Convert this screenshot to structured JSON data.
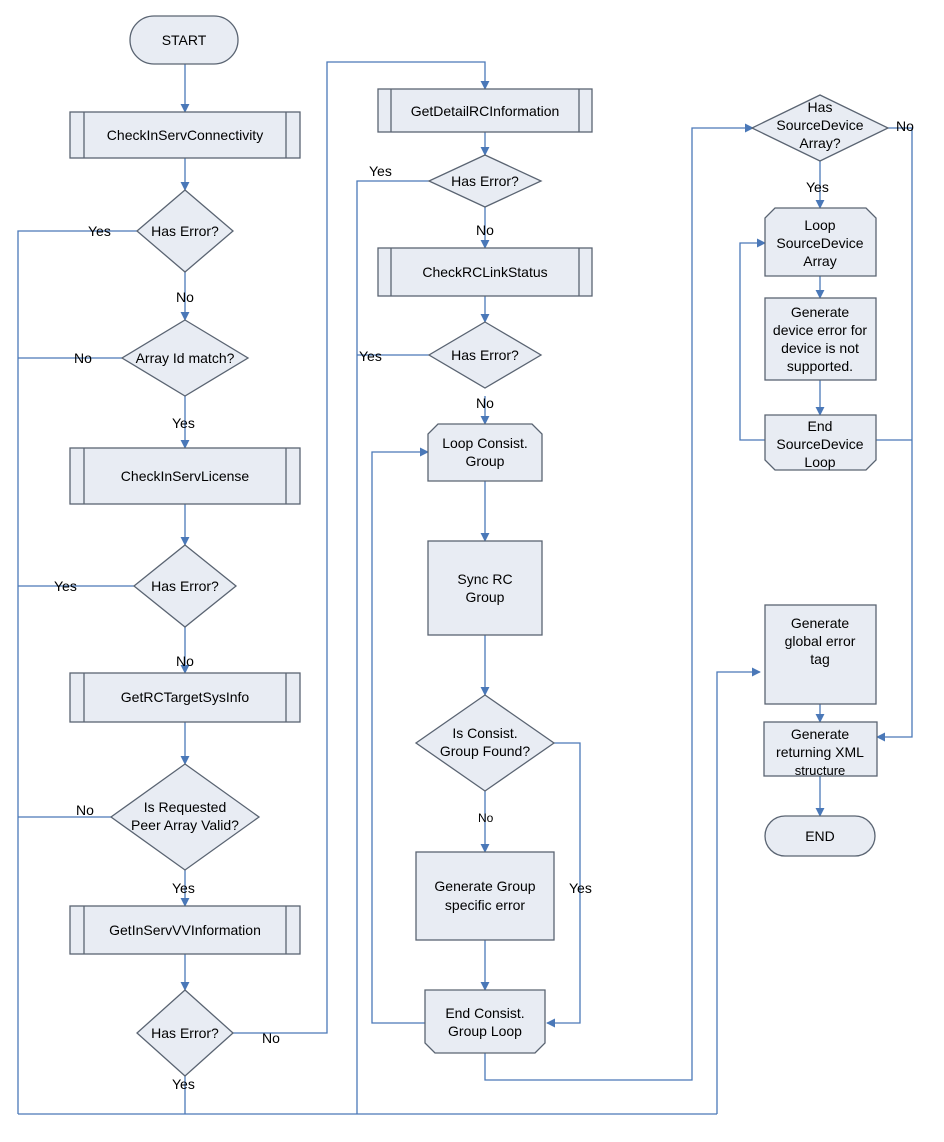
{
  "nodes": {
    "start": "START",
    "check_conn": "CheckInServConnectivity",
    "err1": "Has Error?",
    "array_id": "Array Id match?",
    "check_license": "CheckInServLicense",
    "err2": "Has Error?",
    "get_target": "GetRCTargetSysInfo",
    "peer_valid": [
      "Is Requested",
      "Peer Array Valid?"
    ],
    "get_vv": "GetInServVVInformation",
    "err3": "Has Error?",
    "get_detail": "GetDetailRCInformation",
    "err4": "Has Error?",
    "check_link": "CheckRCLinkStatus",
    "err5": "Has Error?",
    "loop_group": [
      "Loop Consist.",
      "Group"
    ],
    "sync_group": [
      "Sync RC",
      "Group"
    ],
    "group_found": [
      "Is Consist.",
      "Group Found?"
    ],
    "gen_group_err": [
      "Generate Group",
      "specific error"
    ],
    "end_group": [
      "End Consist.",
      "Group Loop"
    ],
    "has_source": [
      "Has",
      "SourceDevice",
      "Array?"
    ],
    "loop_source": [
      "Loop",
      "SourceDevice",
      "Array"
    ],
    "gen_device_err": [
      "Generate",
      "device error for",
      "device is not",
      "supported."
    ],
    "end_source": [
      "End",
      "SourceDevice",
      "Loop"
    ],
    "gen_global": [
      "Generate",
      "global error",
      "tag"
    ],
    "gen_xml": [
      "Generate",
      "returning XML",
      "structure"
    ],
    "end": "END"
  },
  "labels": {
    "yes": "Yes",
    "no": "No"
  },
  "colors": {
    "connector": "#4a78b8",
    "shape_fill": "#e8ecf3",
    "shape_stroke": "#5a6472"
  }
}
